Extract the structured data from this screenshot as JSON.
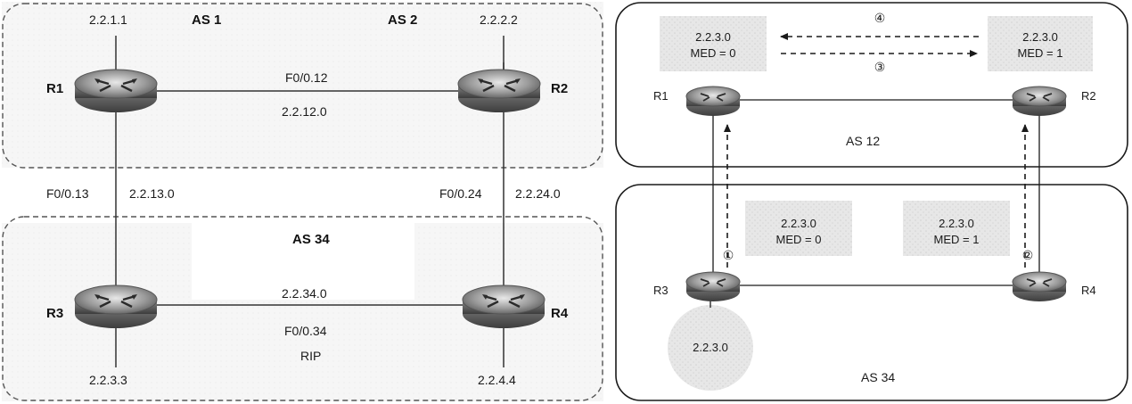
{
  "left": {
    "as_top_left": "AS 1",
    "as_top_right": "AS 2",
    "as_bottom": "AS 34",
    "routers": {
      "r1": {
        "label": "R1",
        "ip": "2.2.1.1"
      },
      "r2": {
        "label": "R2",
        "ip": "2.2.2.2"
      },
      "r3": {
        "label": "R3",
        "ip": "2.2.3.3"
      },
      "r4": {
        "label": "R4",
        "ip": "2.2.4.4"
      }
    },
    "links": {
      "r1_r2_iface": "F0/0.12",
      "r1_r2_net": "2.2.12.0",
      "r1_r3_iface": "F0/0.13",
      "r1_r3_net": "2.2.13.0",
      "r2_r4_iface": "F0/0.24",
      "r2_r4_net": "2.2.24.0",
      "r3_r4_net": "2.2.34.0",
      "r3_r4_iface": "F0/0.34",
      "r3_r4_proto": "RIP"
    }
  },
  "right": {
    "as_top": "AS 12",
    "as_bottom": "AS 34",
    "routers": {
      "r1": "R1",
      "r2": "R2",
      "r3": "R3",
      "r4": "R4"
    },
    "boxes": {
      "top_left": {
        "net": "2.2.3.0",
        "med": "MED = 0"
      },
      "top_right": {
        "net": "2.2.3.0",
        "med": "MED = 1"
      },
      "mid_left": {
        "net": "2.2.3.0",
        "med": "MED = 0"
      },
      "mid_right": {
        "net": "2.2.3.0",
        "med": "MED = 1"
      }
    },
    "circle_net": "2.2.3.0",
    "steps": {
      "s1": "①",
      "s2": "②",
      "s3": "③",
      "s4": "④"
    }
  }
}
